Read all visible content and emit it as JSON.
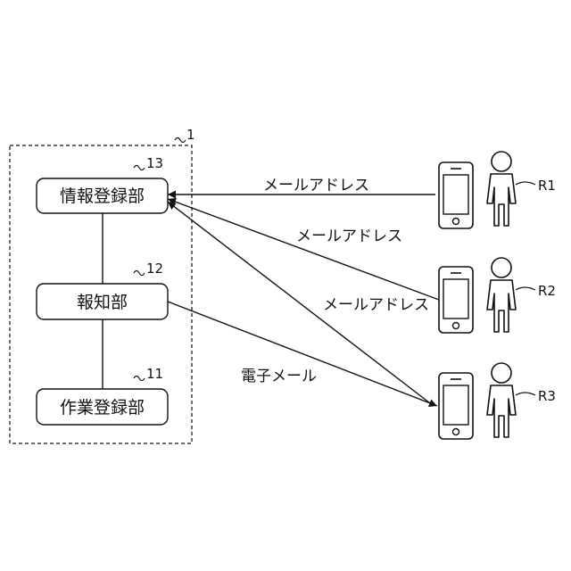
{
  "system": {
    "ref": "1"
  },
  "units": [
    {
      "id": "info",
      "label": "情報登録部",
      "ref": "13"
    },
    {
      "id": "notify",
      "label": "報知部",
      "ref": "12"
    },
    {
      "id": "work",
      "label": "作業登録部",
      "ref": "11"
    }
  ],
  "edges": [
    {
      "label": "メールアドレス"
    },
    {
      "label": "メールアドレス"
    },
    {
      "label": "メールアドレス"
    },
    {
      "label": "電子メール"
    }
  ],
  "users": [
    {
      "ref": "R1"
    },
    {
      "ref": "R2"
    },
    {
      "ref": "R3"
    }
  ],
  "icons": [
    "smartphone-icon",
    "person-icon"
  ]
}
